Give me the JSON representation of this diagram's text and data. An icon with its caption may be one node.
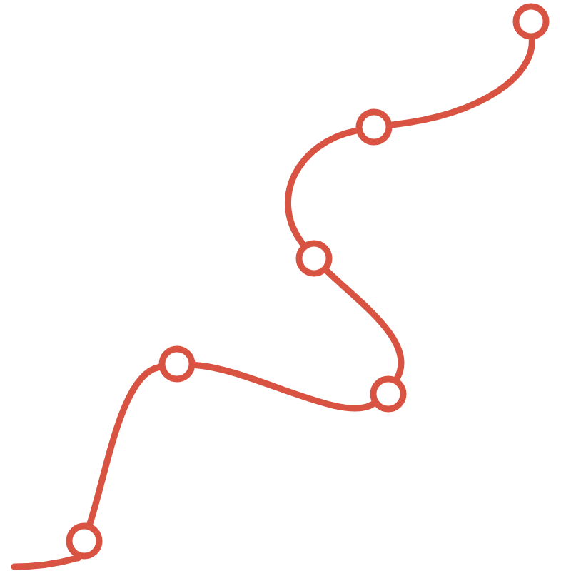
{
  "diagram": {
    "nodes": [
      {
        "text": [],
        "shape": "circle"
      },
      {
        "text": [],
        "shape": "circle"
      },
      {
        "text": [],
        "shape": "circle"
      },
      {
        "text": [],
        "shape": "circle"
      },
      {
        "text": [],
        "shape": "circle"
      },
      {
        "text": [],
        "shape": "circle"
      }
    ],
    "edges": [
      {
        "from": null,
        "to": 0,
        "arrow": "none"
      },
      {
        "from": 0,
        "to": 1,
        "arrow": "none"
      },
      {
        "from": 1,
        "to": 2,
        "arrow": "none"
      },
      {
        "from": 2,
        "to": 3,
        "arrow": "none"
      },
      {
        "from": 3,
        "to": 4,
        "arrow": "none"
      },
      {
        "from": 4,
        "to": 5,
        "arrow": "none"
      }
    ]
  }
}
